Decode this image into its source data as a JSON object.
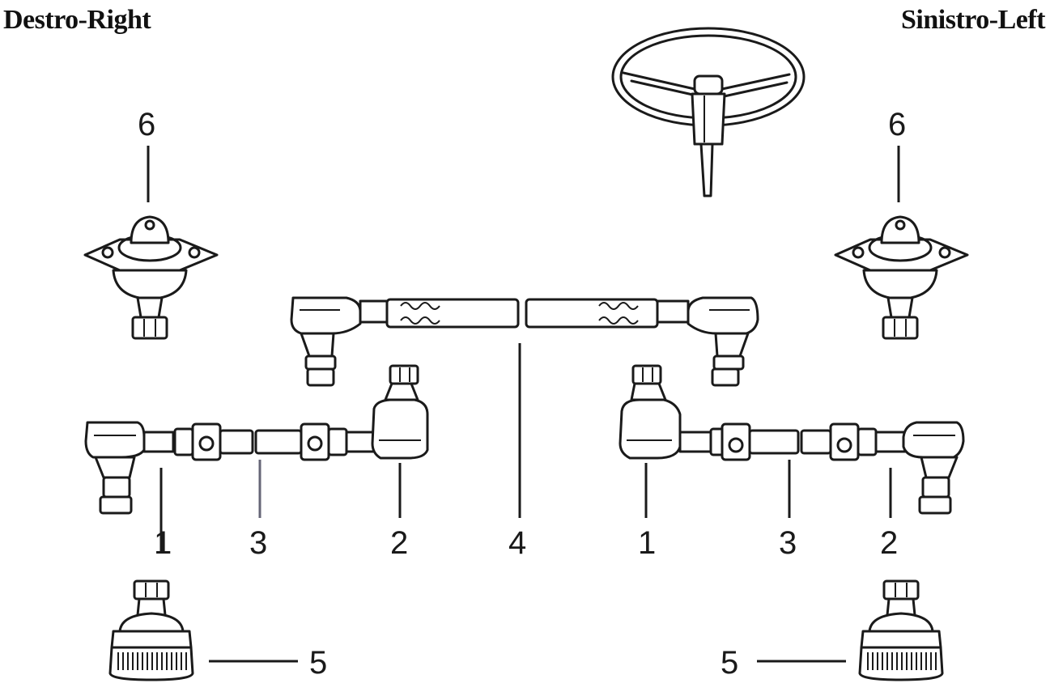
{
  "headers": {
    "right_side": "Destro-Right",
    "left_side": "Sinistro-Left"
  },
  "callouts": {
    "c1": "1",
    "c2": "2",
    "c3": "3",
    "c4": "4",
    "c5": "5",
    "c6": "6"
  },
  "icons": {
    "steering_wheel": "steering-wheel-icon",
    "ball_joint_upper": "upper-ball-joint-icon",
    "ball_joint_lower": "lower-ball-joint-icon",
    "tie_rod": "tie-rod-icon",
    "center_drag_link": "center-link-icon"
  },
  "colors": {
    "ink": "#1a1a1a",
    "background": "#ffffff"
  }
}
